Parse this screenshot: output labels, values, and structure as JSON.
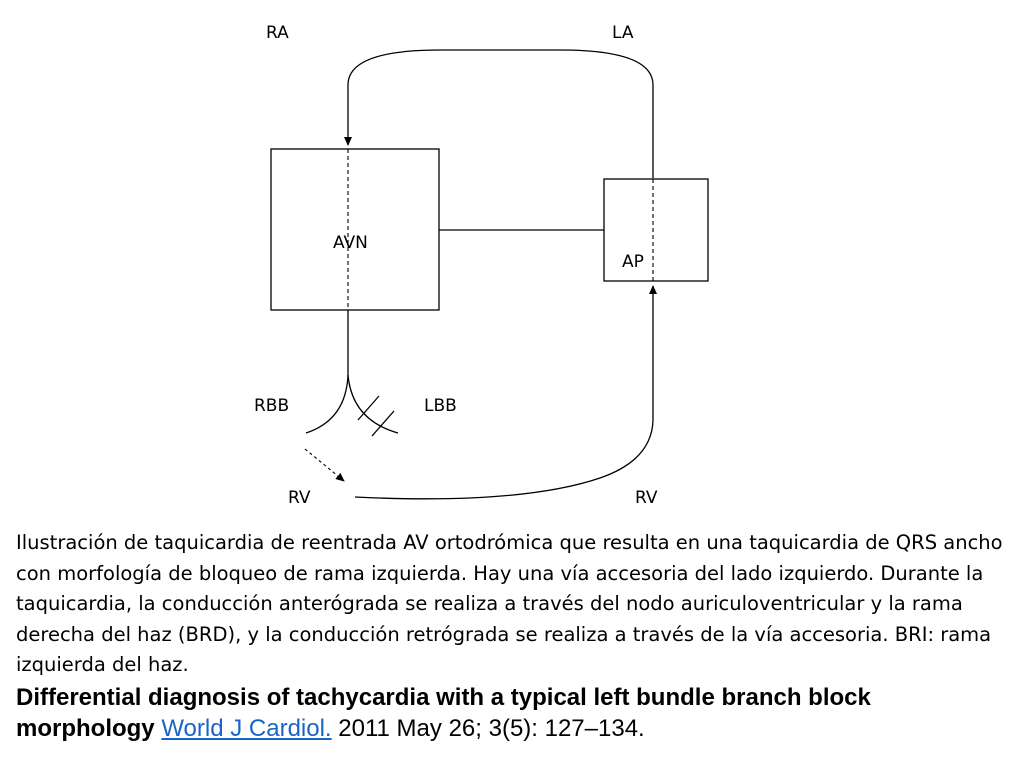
{
  "diagram": {
    "labels": {
      "ra": "RA",
      "la": "LA",
      "avn": "AVN",
      "ap": "AP",
      "rbb": "RBB",
      "lbb": "LBB",
      "rv_left": "RV",
      "rv_right": "RV"
    }
  },
  "caption": "Ilustración de taquicardia de reentrada AV ortodrómica que resulta en una taquicardia de QRS ancho con morfología de bloqueo de rama izquierda. Hay una vía accesoria del lado izquierdo. Durante la taquicardia, la conducción anterógrada se realiza a través del nodo auriculoventricular y la rama derecha del haz (BRD), y la conducción retrógrada se realiza a través de la vía accesoria. BRI: rama izquierda del haz.",
  "reference": {
    "title": "Differential diagnosis of tachycardia with a typical left bundle branch block morphology",
    "journal_link": "World J Cardiol.",
    "citation": "2011 May 26; 3(5): 127–134.",
    "link_color": "#1a64c8"
  }
}
